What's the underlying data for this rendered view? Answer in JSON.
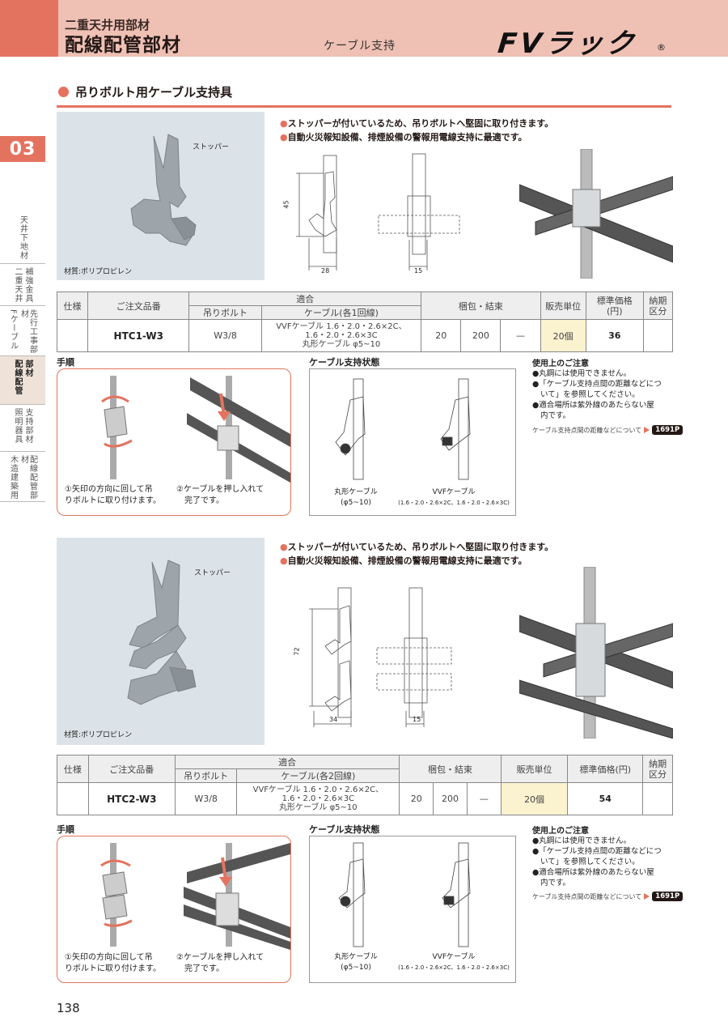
{
  "header": {
    "subtitle": "二重天井用部材",
    "title": "配線配管部材",
    "category": "ケーブル支持",
    "brand": "FVラック",
    "registered": "®"
  },
  "sidebar": {
    "tab_number": "03",
    "items": [
      {
        "lines": [
          "天井下地材"
        ],
        "active": false
      },
      {
        "lines": [
          "二重天井",
          "補強金具"
        ],
        "active": false
      },
      {
        "lines": [
          "Fケーブル",
          "先行工事部材"
        ],
        "active": false
      },
      {
        "lines": [
          "配線配管",
          "部材"
        ],
        "active": true
      },
      {
        "lines": [
          "照明器具",
          "支持部材"
        ],
        "active": false
      },
      {
        "lines": [
          "木造建築用",
          "配線配管部材"
        ],
        "active": false
      }
    ]
  },
  "section": {
    "title": "吊りボルト用ケーブル支持具"
  },
  "products": [
    {
      "stopper_label": "ストッパー",
      "material": "材質:ポリプロピレン",
      "bullets": [
        "ストッパーが付いているため、吊りボルトへ堅固に取り付きます。",
        "自動火災報知設備、排煙設備の警報用電線支持に最適です。"
      ],
      "dims": {
        "height": "45",
        "width": "28",
        "depth": "15"
      },
      "table": {
        "headers": {
          "spec": "仕様",
          "order": "ご注文品番",
          "fit": "適合",
          "bolt": "吊りボルト",
          "cable": "ケーブル(各1回線)",
          "pack": "梱包・結束",
          "unit": "販売単位",
          "price": "標準価格",
          "price2": "(円)",
          "lead": "納期",
          "lead2": "区分"
        },
        "row": {
          "spec": "",
          "code": "HTC1-W3",
          "bolt": "W3/8",
          "cable_lines": [
            "VVFケーブル 1.6・2.0・2.6×2C、",
            "1.6・2.0・2.6×3C",
            "丸形ケーブル φ5~10"
          ],
          "pack1": "20",
          "pack2": "200",
          "pack3": "—",
          "unit": "20個",
          "price": "36",
          "lead": ""
        }
      },
      "procedure": {
        "label": "手順",
        "steps": [
          {
            "num": "①",
            "lines": [
              "矢印の方向に回して吊",
              "りボルトに取り付けます。"
            ]
          },
          {
            "num": "②",
            "lines": [
              "ケーブルを押し入れて",
              "完了です。"
            ]
          }
        ]
      },
      "support_state": {
        "label": "ケーブル支持状態",
        "captions": [
          {
            "title": "丸形ケーブル",
            "sub": "(φ5~10)"
          },
          {
            "title": "VVFケーブル",
            "sub": "(1.6・2.0・2.6×2C、1.6・2.0・2.6×3C)"
          }
        ]
      },
      "notes": {
        "title": "使用上のご注意",
        "items": [
          [
            "●丸鋼には使用できません。"
          ],
          [
            "●「ケーブル支持点間の距離などにつ",
            "いて」を参照してください。"
          ],
          [
            "●適合場所は紫外線のあたらない屋",
            "内です。"
          ]
        ],
        "ref_text": "ケーブル支持点間の距離などについて",
        "ref_page": "1691P"
      }
    },
    {
      "stopper_label": "ストッパー",
      "material": "材質:ポリプロピレン",
      "bullets": [
        "ストッパーが付いているため、吊りボルトへ堅固に取り付きます。",
        "自動火災報知設備、排煙設備の警報用電線支持に最適です。"
      ],
      "dims": {
        "height": "72",
        "width": "34",
        "depth": "15"
      },
      "table": {
        "headers": {
          "spec": "仕様",
          "order": "ご注文品番",
          "fit": "適合",
          "bolt": "吊りボルト",
          "cable": "ケーブル(各2回線)",
          "pack": "梱包・結束",
          "unit": "販売単位",
          "price": "標準価格(円)",
          "price2": "",
          "lead": "納期",
          "lead2": "区分"
        },
        "row": {
          "spec": "",
          "code": "HTC2-W3",
          "bolt": "W3/8",
          "cable_lines": [
            "VVFケーブル 1.6・2.0・2.6×2C、",
            "1.6・2.0・2.6×3C",
            "丸形ケーブル φ5~10"
          ],
          "pack1": "20",
          "pack2": "200",
          "pack3": "—",
          "unit": "20個",
          "price": "54",
          "lead": ""
        }
      },
      "procedure": {
        "label": "手順",
        "steps": [
          {
            "num": "①",
            "lines": [
              "矢印の方向に回して吊",
              "りボルトに取り付けます。"
            ]
          },
          {
            "num": "②",
            "lines": [
              "ケーブルを押し入れて",
              "完了です。"
            ]
          }
        ]
      },
      "support_state": {
        "label": "ケーブル支持状態",
        "captions": [
          {
            "title": "丸形ケーブル",
            "sub": "(φ5~10)"
          },
          {
            "title": "VVFケーブル",
            "sub": "(1.6・2.0・2.6×2C、1.6・2.0・2.6×3C)"
          }
        ]
      },
      "notes": {
        "title": "使用上のご注意",
        "items": [
          [
            "●丸鋼には使用できません。"
          ],
          [
            "●「ケーブル支持点間の距離などにつ",
            "いて」を参照してください。"
          ],
          [
            "●適合場所は紫外線のあたらない屋",
            "内です。"
          ]
        ],
        "ref_text": "ケーブル支持点間の距離などについて",
        "ref_page": "1691P"
      }
    }
  ],
  "page_number": "138",
  "colors": {
    "accent": "#e3735f",
    "header_band": "#efc0b4",
    "unit_highlight": "#fbf2cf",
    "photo_bg": "#dce3e8"
  }
}
